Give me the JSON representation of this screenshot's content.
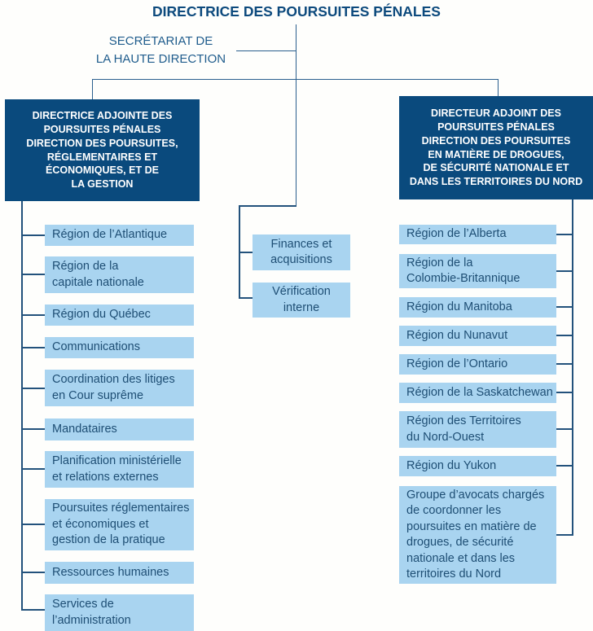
{
  "title": "DIRECTRICE DES POURSUITES PÉNALES",
  "secretariat": {
    "label": "SECRÉTARIAT DE\nLA HAUTE DIRECTION"
  },
  "branches": {
    "left": {
      "head": "DIRECTRICE ADJOINTE DES\nPOURSUITES PÉNALES\nDIRECTION DES POURSUITES,\nRÉGLEMENTAIRES ET\nÉCONOMIQUES, ET DE\nLA GESTION",
      "items": [
        {
          "label": "Région de l’Atlantique"
        },
        {
          "label": "Région de la\ncapitale nationale"
        },
        {
          "label": "Région du Québec"
        },
        {
          "label": "Communications"
        },
        {
          "label": "Coordination des litiges\nen Cour suprême"
        },
        {
          "label": "Mandataires"
        },
        {
          "label": "Planification ministérielle\net relations externes"
        },
        {
          "label": "Poursuites réglementaires\net économiques et\ngestion de la pratique"
        },
        {
          "label": "Ressources humaines"
        },
        {
          "label": "Services de\nl’administration"
        }
      ]
    },
    "center": {
      "items": [
        {
          "label": "Finances et\nacquisitions"
        },
        {
          "label": "Vérification\ninterne"
        }
      ]
    },
    "right": {
      "head": "DIRECTEUR ADJOINT DES\nPOURSUITES PÉNALES\nDIRECTION DES POURSUITES\nEN MATIÈRE DE DROGUES,\nDE SÉCURITÉ NATIONALE ET\nDANS LES TERRITOIRES DU NORD",
      "items": [
        {
          "label": "Région de l’Alberta"
        },
        {
          "label": "Région de la\nColombie-Britannique"
        },
        {
          "label": "Région du Manitoba"
        },
        {
          "label": "Région du Nunavut"
        },
        {
          "label": "Région de l’Ontario"
        },
        {
          "label": "Région de la Saskatchewan"
        },
        {
          "label": "Région des Territoires\ndu Nord-Ouest"
        },
        {
          "label": "Région du Yukon"
        },
        {
          "label": "Groupe d’avocats chargés\nde coordonner les\npoursuites en matière de\ndrogues, de sécurité\nnationale et dans les\nterritoires du Nord"
        }
      ]
    }
  },
  "colors": {
    "head_box": "#0a4a7d",
    "leaf_box": "#a9d4f0",
    "title_text": "#0d4a7d",
    "leaf_text": "#1e4e74",
    "connector": "#23527c",
    "head_text": "#ffffff"
  }
}
